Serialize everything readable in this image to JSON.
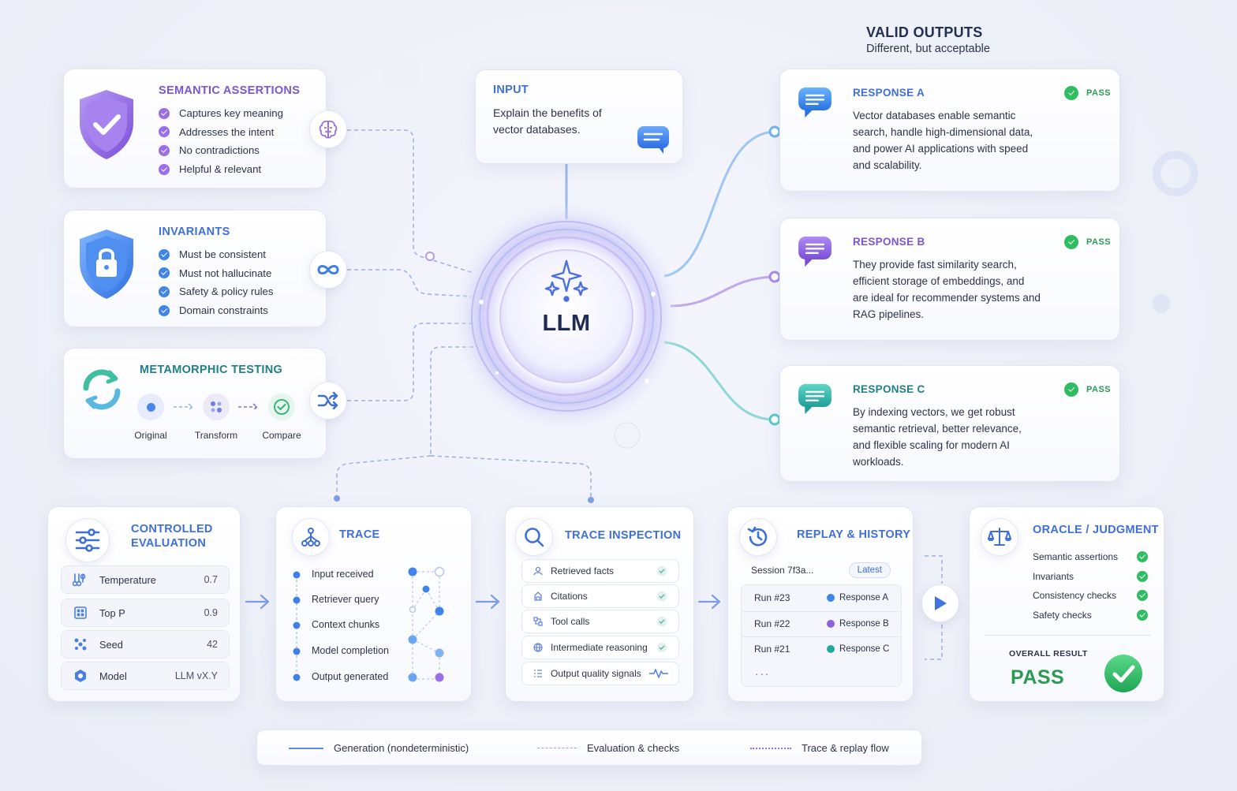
{
  "valid_outputs": {
    "title": "VALID OUTPUTS",
    "subtitle": "Different, but acceptable"
  },
  "semantic_assertions": {
    "title": "SEMANTIC ASSERTIONS",
    "items": [
      "Captures key meaning",
      "Addresses the intent",
      "No contradictions",
      "Helpful & relevant"
    ]
  },
  "invariants": {
    "title": "INVARIANTS",
    "items": [
      "Must be consistent",
      "Must not hallucinate",
      "Safety & policy rules",
      "Domain constraints"
    ]
  },
  "metamorphic": {
    "title": "METAMORPHIC TESTING",
    "steps": [
      "Original",
      "Transform",
      "Compare"
    ]
  },
  "input": {
    "title": "INPUT",
    "text": "Explain the benefits of vector databases."
  },
  "llm": {
    "label": "LLM"
  },
  "responses": [
    {
      "title": "RESPONSE A",
      "badge": "PASS",
      "text": "Vector databases enable semantic search, handle high-dimensional data, and power AI applications with speed and scalability."
    },
    {
      "title": "RESPONSE B",
      "badge": "PASS",
      "text": "They provide fast similarity search, efficient storage of embeddings, and are ideal for recommender systems and RAG pipelines."
    },
    {
      "title": "RESPONSE C",
      "badge": "PASS",
      "text": "By indexing vectors, we get robust semantic retrieval, better relevance, and flexible scaling for modern AI workloads."
    }
  ],
  "controlled_evaluation": {
    "title_line1": "CONTROLLED",
    "title_line2": "EVALUATION",
    "params": [
      {
        "label": "Temperature",
        "value": "0.7",
        "icon": "thermometer-icon"
      },
      {
        "label": "Top P",
        "value": "0.9",
        "icon": "grid-icon"
      },
      {
        "label": "Seed",
        "value": "42",
        "icon": "sparkle-icon"
      },
      {
        "label": "Model",
        "value": "LLM vX.Y",
        "icon": "hexagon-icon"
      }
    ]
  },
  "trace": {
    "title": "TRACE",
    "steps": [
      "Input received",
      "Retriever query",
      "Context chunks",
      "Model completion",
      "Output generated"
    ]
  },
  "trace_inspection": {
    "title": "TRACE INSPECTION",
    "items": [
      "Retrieved facts",
      "Citations",
      "Tool calls",
      "Intermediate reasoning",
      "Output quality signals"
    ]
  },
  "replay_history": {
    "title": "REPLAY & HISTORY",
    "session": "Session 7f3a...",
    "session_badge": "Latest",
    "runs": [
      {
        "run": "Run #23",
        "response": "Response A",
        "color": "#3f84e8"
      },
      {
        "run": "Run #22",
        "response": "Response B",
        "color": "#8a63dd"
      },
      {
        "run": "Run #21",
        "response": "Response C",
        "color": "#22a8a0"
      }
    ],
    "more": "..."
  },
  "oracle": {
    "title": "ORACLE / JUDGMENT",
    "checks": [
      "Semantic assertions",
      "Invariants",
      "Consistency checks",
      "Safety checks"
    ],
    "overall_label": "OVERALL RESULT",
    "overall_value": "PASS"
  },
  "legend": {
    "items": [
      {
        "label": "Generation (nondeterministic)",
        "style": "solid",
        "color": "#5b8de6"
      },
      {
        "label": "Evaluation & checks",
        "style": "dashed",
        "color": "#8fa9e0"
      },
      {
        "label": "Trace & replay flow",
        "style": "dotted",
        "color": "#9a6ee6"
      }
    ]
  },
  "colors": {
    "purple": "#7a55d9",
    "blue": "#3f6fd8",
    "teal": "#1f7f87",
    "pass_green": "#2fbd62"
  }
}
